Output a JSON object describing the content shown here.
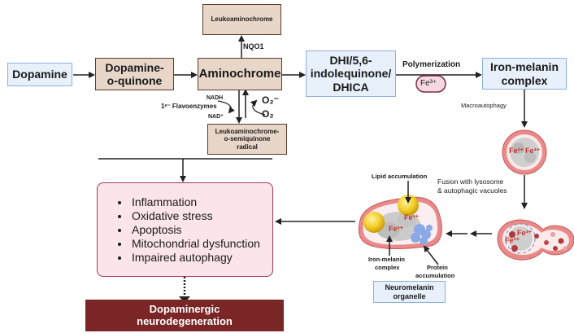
{
  "nodes": {
    "dopamine": "Dopamine",
    "dopamine_quinone": [
      "Dopamine-",
      "o-quinone"
    ],
    "aminochrome": "Aminochrome",
    "leukoaminochrome": "Leukoaminochrome",
    "semiquinone": [
      "Leukoaminochrome-",
      "o-semiquinone",
      "radical"
    ],
    "dhi": [
      "DHI/5,6-",
      "indolequinone/",
      "DHICA"
    ],
    "iron_melanin": [
      "Iron-melanin",
      "complex"
    ],
    "neuromelanin": [
      "Neuromelanin",
      "organelle"
    ],
    "degeneration": [
      "Dopaminergic",
      "neurodegeneration"
    ]
  },
  "labels": {
    "nqo1": "NQO1",
    "nadh": "NADH",
    "nad": "NAD⁺",
    "flavo": "1ᵉ⁻ Flavoenzymes",
    "o2_radical": "O₂⁻",
    "o2": "O₂",
    "polymerization": "Polymerization",
    "fe3": "Fe³⁺",
    "macroautophagy": "Macroautophagy",
    "fusion": [
      "Fusion with lysosome",
      "& autophagic vacuoles"
    ],
    "lipid": "Lipid accumulation",
    "iron_melanin_small": [
      "Iron-melanin",
      "complex"
    ],
    "protein": [
      "Protein",
      "accumulation"
    ]
  },
  "effects": [
    "Inflammation",
    "Oxidative stress",
    "Apoptosis",
    "Mitochondrial dysfunction",
    "Impaired autophagy"
  ],
  "colors": {
    "blue_fill": "#e8f0fb",
    "blue_border": "#8fb0dd",
    "tan_fill": "#e8d6c9",
    "tan_border": "#5a3b2c",
    "pink_fill": "#fbe4ea",
    "pink_border": "#a33a55",
    "dark_red": "#7a2626",
    "fe_red": "#c9302c"
  }
}
